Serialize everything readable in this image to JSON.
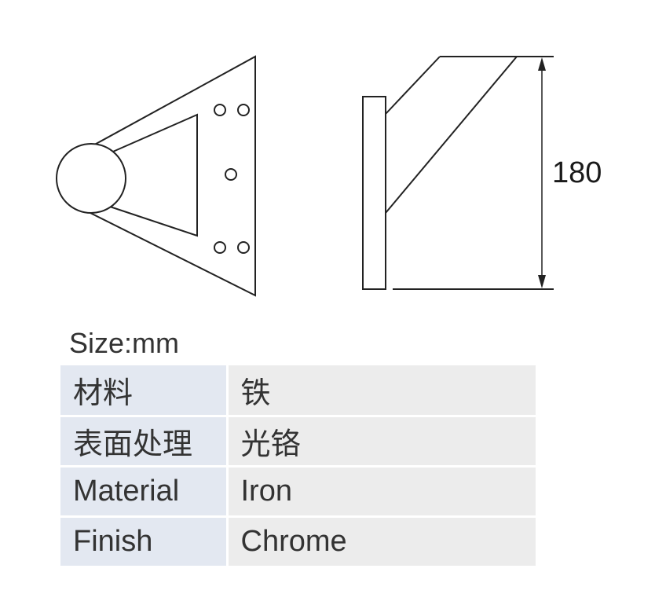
{
  "drawing": {
    "dimension_label": "180",
    "stroke_color": "#222222"
  },
  "size_label": "Size:mm",
  "specs": [
    {
      "key": "材料",
      "value": "铁"
    },
    {
      "key": "表面处理",
      "value": "光铬"
    },
    {
      "key": "Material",
      "value": "Iron"
    },
    {
      "key": "Finish",
      "value": "Chrome"
    }
  ],
  "colors": {
    "key_cell_bg": "#e3e8f1",
    "value_cell_bg": "#ececec"
  }
}
